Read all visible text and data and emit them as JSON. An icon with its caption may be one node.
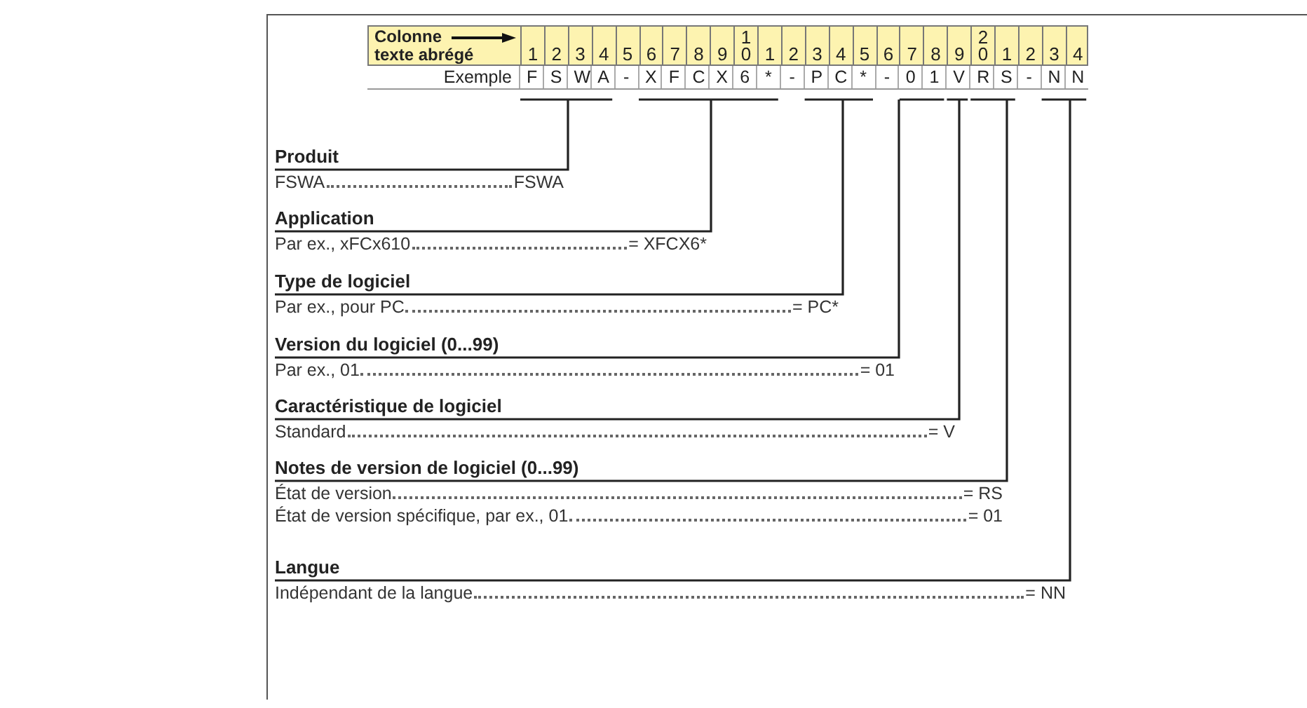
{
  "diagram": {
    "nodes": [
      {
        "text": [
          "Produit",
          "FSWA",
          "FSWA"
        ]
      },
      {
        "text": [
          "Application",
          "Par  ex., xFCx610",
          "= XFCX6*"
        ]
      },
      {
        "text": [
          "Type de logiciel",
          "Par ex., pour PC",
          "= PC*"
        ]
      },
      {
        "text": [
          "Version du logiciel (0...99)",
          "Par ex., 01",
          "= 01"
        ]
      },
      {
        "text": [
          "Caractéristique de logiciel",
          "Standard",
          "= V"
        ]
      },
      {
        "text": [
          "Notes de version de logiciel (0...99)",
          "État de version",
          "= RS",
          "État de version spécifique, par ex., 01",
          "= 01"
        ]
      },
      {
        "text": [
          "Langue",
          "Indépendant de la langue",
          "= NN"
        ]
      }
    ],
    "edges": [
      {
        "from": 0,
        "to": null,
        "arrow": "none"
      },
      {
        "from": 1,
        "to": null,
        "arrow": "none"
      },
      {
        "from": 2,
        "to": null,
        "arrow": "none"
      },
      {
        "from": 3,
        "to": null,
        "arrow": "none"
      },
      {
        "from": 4,
        "to": null,
        "arrow": "none"
      },
      {
        "from": 5,
        "to": null,
        "arrow": "none"
      },
      {
        "from": 6,
        "to": null,
        "arrow": "none"
      }
    ],
    "labels": [
      "Colonne texte abrégé",
      "1",
      "2",
      "3",
      "4",
      "5",
      "6",
      "7",
      "8",
      "9",
      "10",
      "1",
      "2",
      "3",
      "4",
      "5",
      "6",
      "7",
      "8",
      "9",
      "20",
      "1",
      "2",
      "3",
      "4",
      "Exemple",
      "F",
      "S",
      "W",
      "A",
      "-",
      "X",
      "F",
      "C",
      "X",
      "6",
      "*",
      "-",
      "P",
      "C",
      "*",
      "-",
      "0",
      "1",
      "V",
      "R",
      "S",
      "-",
      "N",
      "N"
    ]
  }
}
